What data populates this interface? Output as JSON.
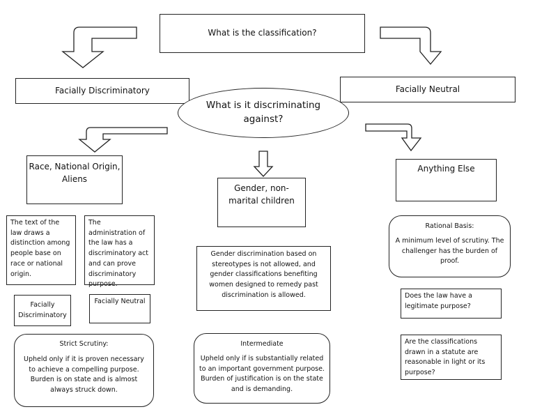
{
  "top": {
    "question": "What is the classification?",
    "left_label": "Facially Discriminatory",
    "right_label": "Facially Neutral",
    "center_question": "What is it discriminating against?"
  },
  "left": {
    "category": "Race, National Origin, Aliens",
    "text_box": "The text of the law draws a distinction among people base on race or national origin.",
    "admin_box": "The administration of the law has a discriminatory act and can prove discriminatory purpose.",
    "sub_left": "Facially Discriminatory",
    "sub_right": "Facially Neutral",
    "scrutiny_title": "Strict Scrutiny:",
    "scrutiny_text": "Upheld only if it is proven necessary to achieve a compelling purpose. Burden is on state and is almost always struck down."
  },
  "middle": {
    "category": "Gender, non-marital children",
    "text_box": "Gender discrimination based on stereotypes is not allowed, and gender classifications benefiting women designed to remedy past discrimination is allowed.",
    "scrutiny_title": "Intermediate",
    "scrutiny_text": "Upheld only if is substantially related to an important government purpose. Burden of justification is on the state and is demanding."
  },
  "right": {
    "category": "Anything Else",
    "scrutiny_title": "Rational Basis:",
    "scrutiny_text": "A minimum level of scrutiny. The challenger has the burden of proof.",
    "question1": "Does the law have a legitimate purpose?",
    "question2": "Are the classifications drawn in a statute are reasonable in light or its purpose?"
  }
}
